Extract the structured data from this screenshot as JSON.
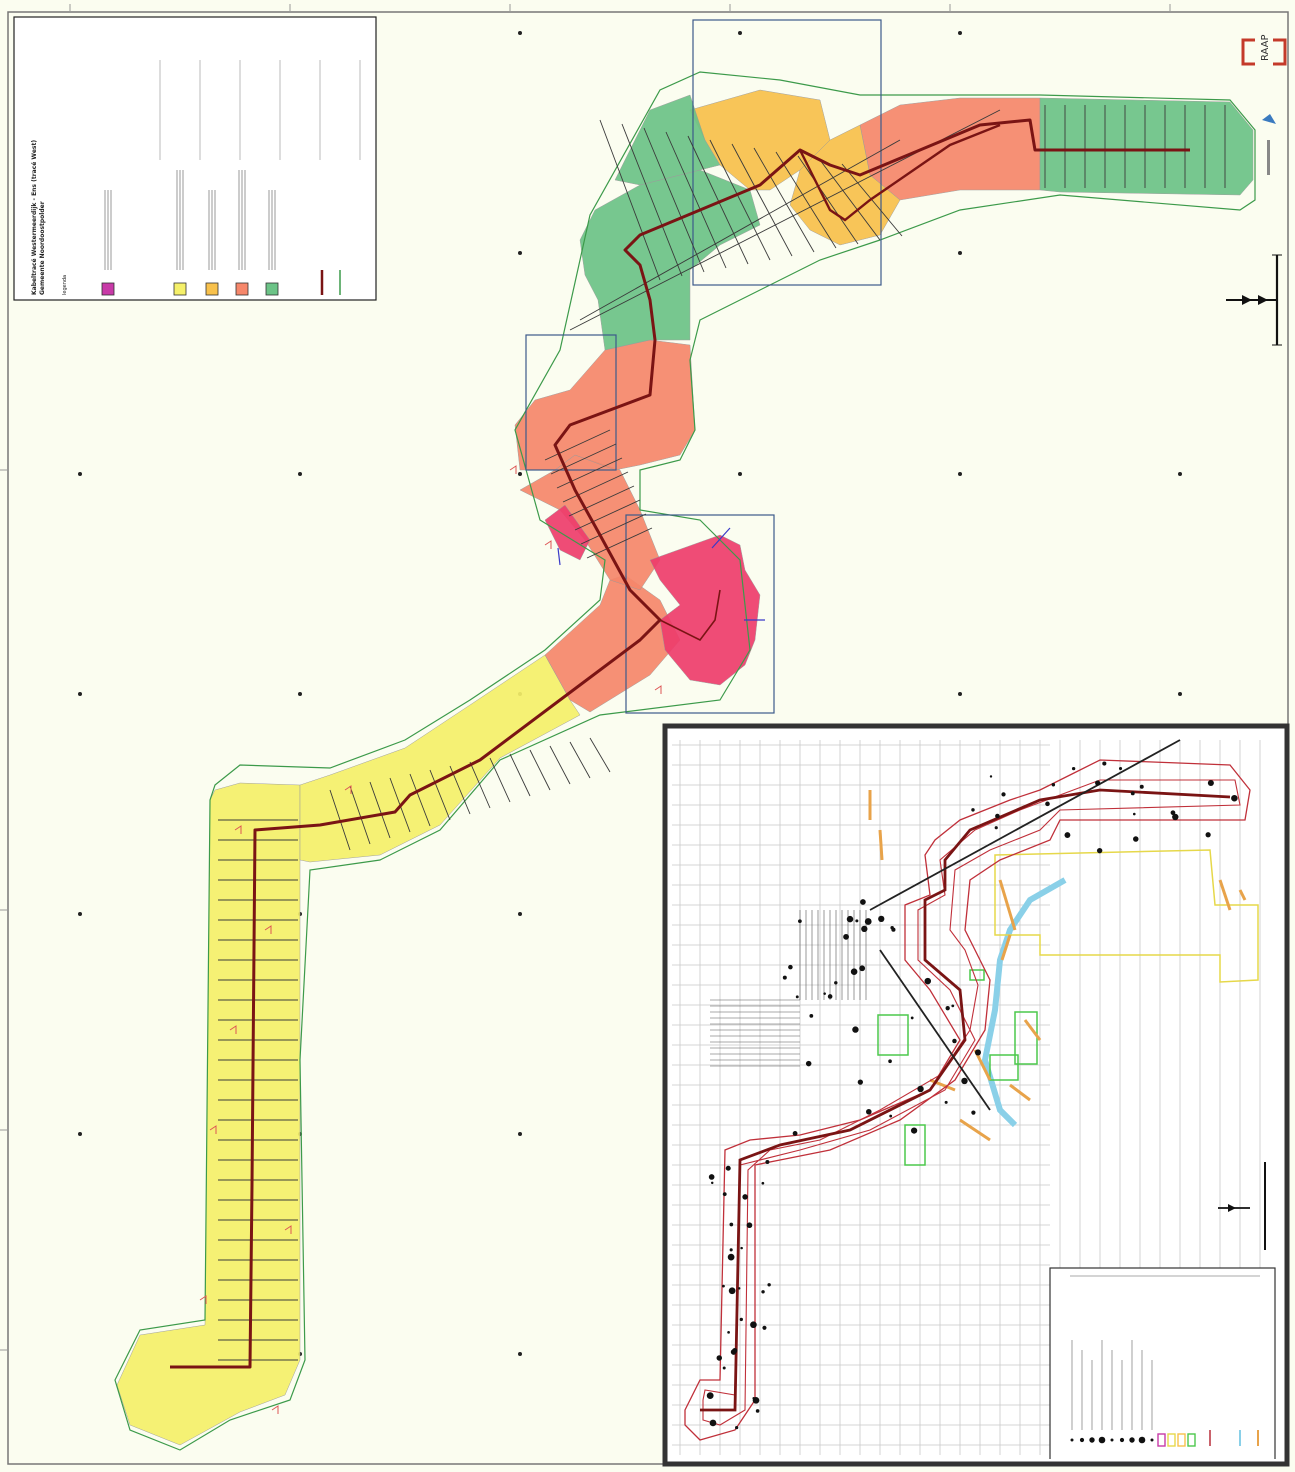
{
  "colors": {
    "background": "#fbfdf0",
    "zone_yellow": "#f5f06a",
    "zone_orange": "#f8c14c",
    "zone_salmon": "#f6876b",
    "zone_pink": "#ee3d6c",
    "zone_green": "#6cc387",
    "route": "#7a1414",
    "outline_green": "#3c9a4a",
    "inset_background": "#ffffff",
    "inset_route": "#b82f3a",
    "frame_blue": "#3c5a8a"
  },
  "icons": {
    "north_arrow_main": "north-arrow-icon",
    "north_arrow_inset": "north-arrow-icon",
    "logo": "raap-logo-icon",
    "partner_logo": "partner-logo-icon"
  },
  "legend": {
    "title": "Kabeltracé Westermeerdijk - Ens (tracé West)",
    "subtitle": "Gemeente Noordoostpolder",
    "legenda_label": "legenda",
    "color_classes": 4
  },
  "logo": {
    "text": "RAAP"
  }
}
